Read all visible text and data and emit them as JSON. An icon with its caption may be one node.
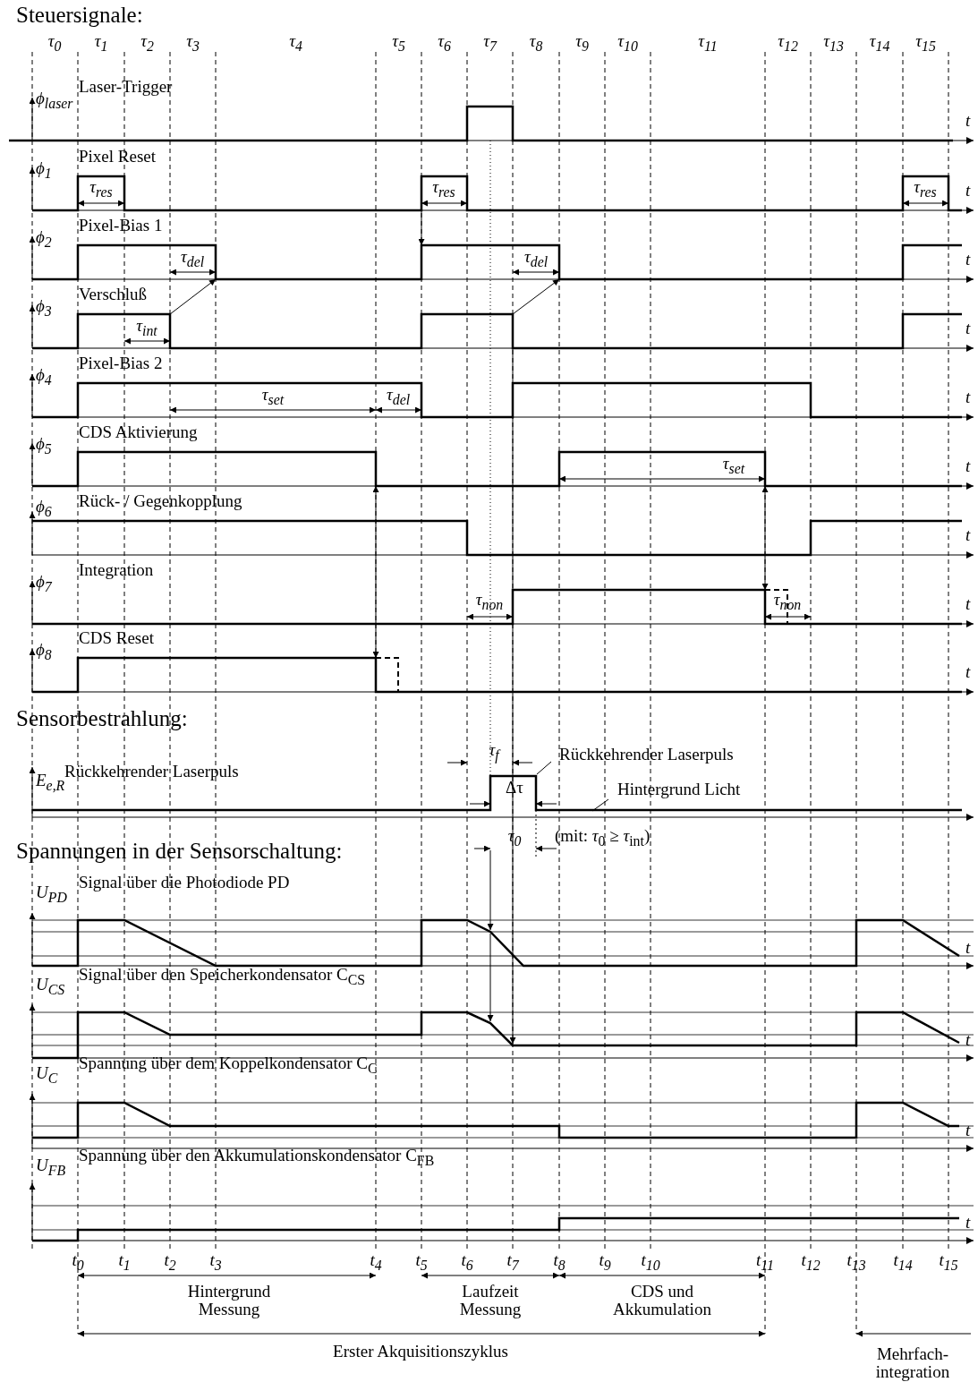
{
  "diagram": {
    "labels": [
      "Steuersignale:",
      "τ$_{0}$",
      "τ$_{1}$",
      "τ$_{2}$",
      "τ$_{3}$",
      "τ$_{4}$",
      "τ$_{5}$",
      "τ$_{6}$",
      "τ$_{7}$",
      "τ$_{8}$",
      "τ$_{9}$",
      "τ$_{10}$",
      "τ$_{11}$",
      "τ$_{12}$",
      "τ$_{13}$",
      "τ$_{14}$",
      "τ$_{15}$",
      "ϕ$_{laser}$",
      "Laser-Trigger",
      "t",
      "ϕ$_{1}$",
      "Pixel Reset",
      "τ$_{res}$",
      "τ$_{res}$",
      "τ$_{res}$",
      "t",
      "ϕ$_{2}$",
      "Pixel-Bias 1",
      "τ$_{del}$",
      "τ$_{del}$",
      "t",
      "ϕ$_{3}$",
      "Verschluß",
      "τ$_{int}$",
      "t",
      "ϕ$_{4}$",
      "Pixel-Bias 2",
      "τ$_{set}$",
      "τ$_{del}$",
      "t",
      "ϕ$_{5}$",
      "CDS Aktivierung",
      "τ$_{set}$",
      "t",
      "ϕ$_{6}$",
      "Rück- / Gegenkopplung",
      "t",
      "ϕ$_{7}$",
      "Integration",
      "τ$_{non}$",
      "τ$_{non}$",
      "t",
      "ϕ$_{8}$",
      "CDS Reset",
      "t",
      "Sensorbestrahlung:",
      "τ$_{f}$",
      "E$_{e,R}$",
      "Rückkehrender Laserpuls",
      "Rückkehrender Laserpuls",
      "Δτ",
      "Hintergrund Licht",
      "τ$_{0}$",
      "(mit: *τ*$_{0}$ ≥ *τ*$_{int}$)",
      "Spannungen in der Sensorschaltung:",
      "U$_{PD}$",
      "Signal über die Photodiode PD",
      "t",
      "U$_{CS}$",
      "Signal über den Speicherkondensator C$_{CS}$",
      "t",
      "U$_{C}$",
      "Spannung über dem Koppelkondensator C$_{C}$",
      "t",
      "U$_{FB}$",
      "Spannung über den Akkumulationskondensator C$_{FB}$",
      "t",
      "t$_{0}$",
      "t$_{1}$",
      "t$_{2}$",
      "t$_{3}$",
      "t$_{4}$",
      "t$_{5}$",
      "t$_{6}$",
      "t$_{7}$",
      "t$_{8}$",
      "t$_{9}$",
      "t$_{10}$",
      "t$_{11}$",
      "t$_{12}$",
      "t$_{13}$",
      "t$_{14}$",
      "t$_{15}$",
      "Hintergrund Messung",
      "Laufzeit Messung",
      "CDS und Akkumulation",
      "Erster Akquisitionszyklus",
      "Mehrfach- integration"
    ]
  }
}
